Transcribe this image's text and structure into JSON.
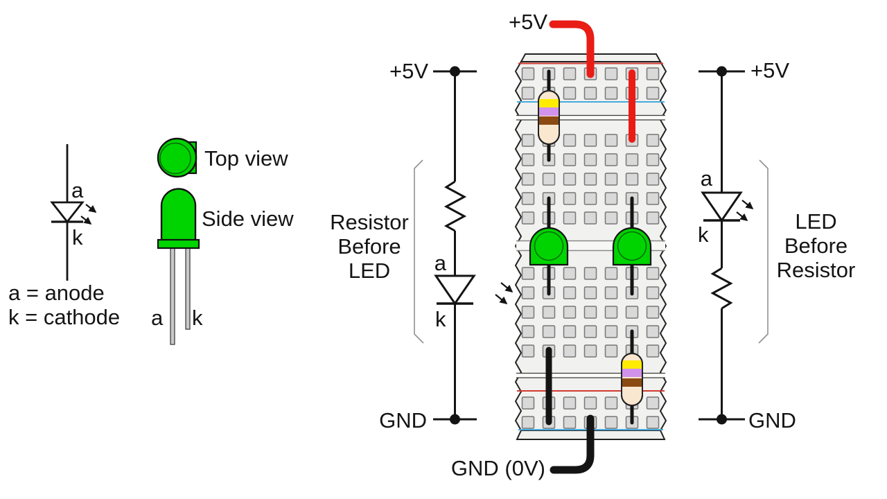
{
  "led_symbol": {
    "anode_label": "a",
    "cathode_label": "k",
    "legend_anode": "a = anode",
    "legend_cathode": "k = cathode"
  },
  "led_package": {
    "top_view_label": "Top view",
    "side_view_label": "Side view",
    "anode_leg_label": "a",
    "cathode_leg_label": "k"
  },
  "left_schematic": {
    "supply_label": "+5V",
    "anode_label": "a",
    "cathode_label": "k",
    "ground_label": "GND",
    "caption": [
      "Resistor",
      "Before",
      "LED"
    ]
  },
  "right_schematic": {
    "supply_label": "+5V",
    "anode_label": "a",
    "cathode_label": "k",
    "ground_label": "GND",
    "caption": [
      "LED",
      "Before",
      "Resistor"
    ]
  },
  "breadboard": {
    "supply_wire_label": "+5V",
    "ground_wire_label": "GND (0V)",
    "resistor_band_color_names": [
      "yellow",
      "violet",
      "brown"
    ],
    "colors": {
      "wire_red": "#ea1c16",
      "wire_black": "#141414",
      "led_green": "#00d400",
      "led_ring": "#0a6b0a",
      "resistor_body": "#fae7d0",
      "band_yellow": "#ffec00",
      "band_violet": "#d092ea",
      "band_brown": "#8a4a12",
      "rail_red": "#d03a32",
      "rail_blue": "#45aadd"
    }
  }
}
